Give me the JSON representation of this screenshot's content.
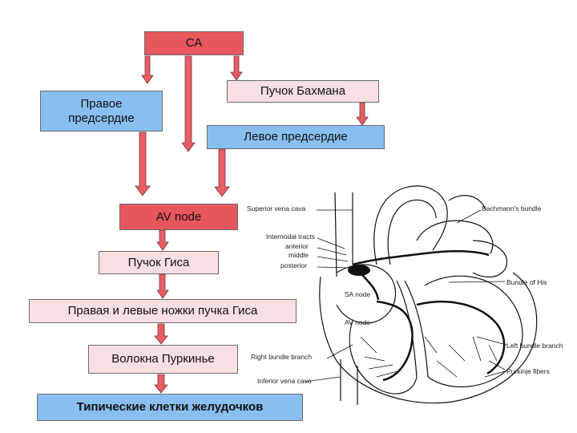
{
  "flow": {
    "sa": "СА",
    "bachmann": "Пучок Бахмана",
    "right_atrium": "Правое\nпредсердие",
    "left_atrium": "Левое предсердие",
    "av_node": "AV node",
    "his_bundle": "Пучок Гиса",
    "bundle_branches": "Правая и левые ножки пучка Гиса",
    "purkinje": "Волокна Пуркинье",
    "ventricular_cells": "Типические клетки желудочков"
  },
  "heart_labels": {
    "svc": "Superior vena cava",
    "internodal": "Internodal tracts",
    "anterior": "anterior",
    "middle": "middle",
    "posterior": "posterior",
    "sa_node": "SA node",
    "av_node": "AV node",
    "right_branch": "Right bundle branch",
    "ivc": "Inferior vena cava",
    "bachmanns": "Bachmann's bundle",
    "bundle_his": "Bundle of His",
    "left_branch": "Left bundle branch",
    "purkinje_fibers": "Purkinje fibers"
  },
  "colors": {
    "red_box": "#e8575e",
    "pink_box": "#f8dfe2",
    "blue_box": "#88bff0",
    "arrow_fill": "#ea5d64"
  }
}
